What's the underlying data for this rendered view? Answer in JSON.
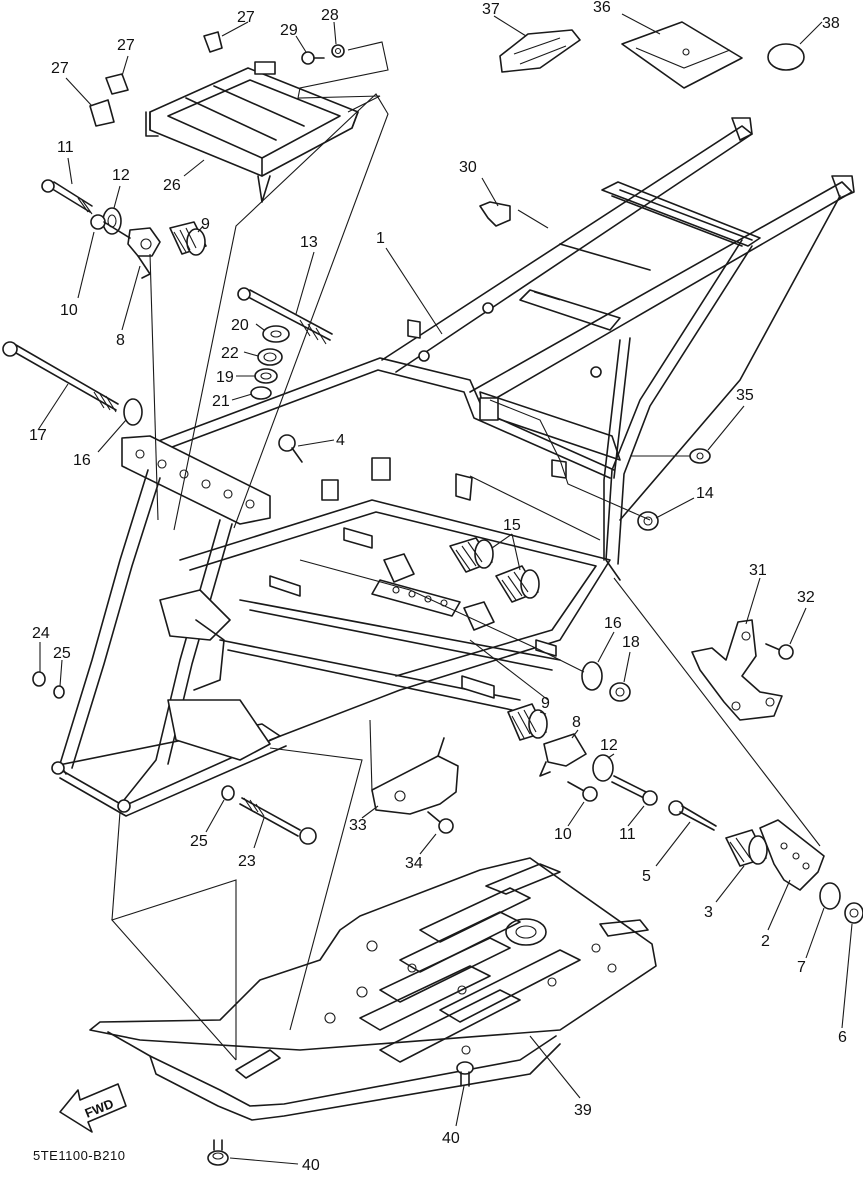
{
  "diagram_code": "5TE1100-B210",
  "direction_arrow": "FWD",
  "callouts": [
    {
      "id": "c27a",
      "label": "27"
    },
    {
      "id": "c27b",
      "label": "27"
    },
    {
      "id": "c27c",
      "label": "27"
    },
    {
      "id": "c29",
      "label": "29"
    },
    {
      "id": "c28",
      "label": "28"
    },
    {
      "id": "c37",
      "label": "37"
    },
    {
      "id": "c36",
      "label": "36"
    },
    {
      "id": "c38",
      "label": "38"
    },
    {
      "id": "c26",
      "label": "26"
    },
    {
      "id": "c11a",
      "label": "11"
    },
    {
      "id": "c12a",
      "label": "12"
    },
    {
      "id": "c9a",
      "label": "9"
    },
    {
      "id": "c10a",
      "label": "10"
    },
    {
      "id": "c8a",
      "label": "8"
    },
    {
      "id": "c30",
      "label": "30"
    },
    {
      "id": "c13",
      "label": "13"
    },
    {
      "id": "c1",
      "label": "1"
    },
    {
      "id": "c20",
      "label": "20"
    },
    {
      "id": "c22",
      "label": "22"
    },
    {
      "id": "c19",
      "label": "19"
    },
    {
      "id": "c21",
      "label": "21"
    },
    {
      "id": "c17",
      "label": "17"
    },
    {
      "id": "c16a",
      "label": "16"
    },
    {
      "id": "c4",
      "label": "4"
    },
    {
      "id": "c35",
      "label": "35"
    },
    {
      "id": "c14",
      "label": "14"
    },
    {
      "id": "c15",
      "label": "15"
    },
    {
      "id": "c31",
      "label": "31"
    },
    {
      "id": "c32",
      "label": "32"
    },
    {
      "id": "c24",
      "label": "24"
    },
    {
      "id": "c25a",
      "label": "25"
    },
    {
      "id": "c16b",
      "label": "16"
    },
    {
      "id": "c18",
      "label": "18"
    },
    {
      "id": "c9b",
      "label": "9"
    },
    {
      "id": "c8b",
      "label": "8"
    },
    {
      "id": "c12b",
      "label": "12"
    },
    {
      "id": "c10b",
      "label": "10"
    },
    {
      "id": "c11b",
      "label": "11"
    },
    {
      "id": "c25b",
      "label": "25"
    },
    {
      "id": "c23",
      "label": "23"
    },
    {
      "id": "c33",
      "label": "33"
    },
    {
      "id": "c34",
      "label": "34"
    },
    {
      "id": "c5",
      "label": "5"
    },
    {
      "id": "c3",
      "label": "3"
    },
    {
      "id": "c2",
      "label": "2"
    },
    {
      "id": "c7",
      "label": "7"
    },
    {
      "id": "c6",
      "label": "6"
    },
    {
      "id": "c39",
      "label": "39"
    },
    {
      "id": "c40a",
      "label": "40"
    },
    {
      "id": "c40b",
      "label": "40"
    }
  ]
}
